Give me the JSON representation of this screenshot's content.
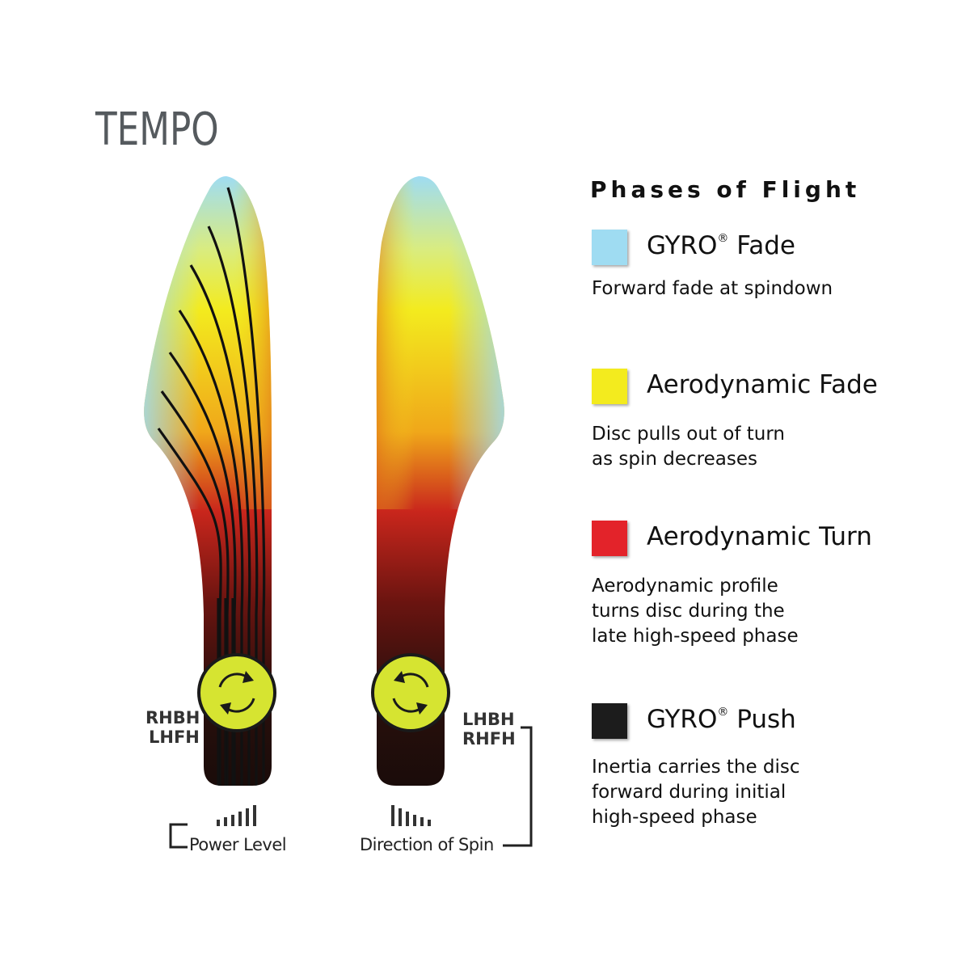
{
  "title": "TEMPO",
  "flight_left": {
    "hands": [
      "RHBH",
      "LHFH"
    ],
    "spin": "clockwise"
  },
  "flight_right": {
    "hands": [
      "LHBH",
      "RHFH"
    ],
    "spin": "counterclockwise"
  },
  "power_level_label": "Power Level",
  "direction_of_spin_label": "Direction of Spin",
  "legend": {
    "heading": "Phases of Flight",
    "items": [
      {
        "label": "GYRO",
        "mark": "®",
        "label_tail": "Fade",
        "color": "#9fdcf2",
        "desc": [
          "Forward fade at spindown"
        ]
      },
      {
        "label": "Aerodynamic Fade",
        "mark": "",
        "label_tail": "",
        "color": "#f3eb1e",
        "desc": [
          "Disc pulls out of turn",
          "as spin decreases"
        ]
      },
      {
        "label": "Aerodynamic Turn",
        "mark": "",
        "label_tail": "",
        "color": "#e3232a",
        "desc": [
          "Aerodynamic profile",
          "turns disc during the",
          "late high-speed phase"
        ]
      },
      {
        "label": "GYRO",
        "mark": "®",
        "label_tail": "Push",
        "color": "#1c1c1c",
        "desc": [
          "Inertia carries the disc",
          "forward during initial",
          "high-speed phase"
        ]
      }
    ]
  },
  "colors": {
    "gyro_fade": "#9fdcf2",
    "aero_fade": "#f3eb1e",
    "aero_turn": "#e3232a",
    "gyro_push": "#1c1c1c",
    "spin_badge": "#d6e431",
    "title": "#555a5e"
  }
}
